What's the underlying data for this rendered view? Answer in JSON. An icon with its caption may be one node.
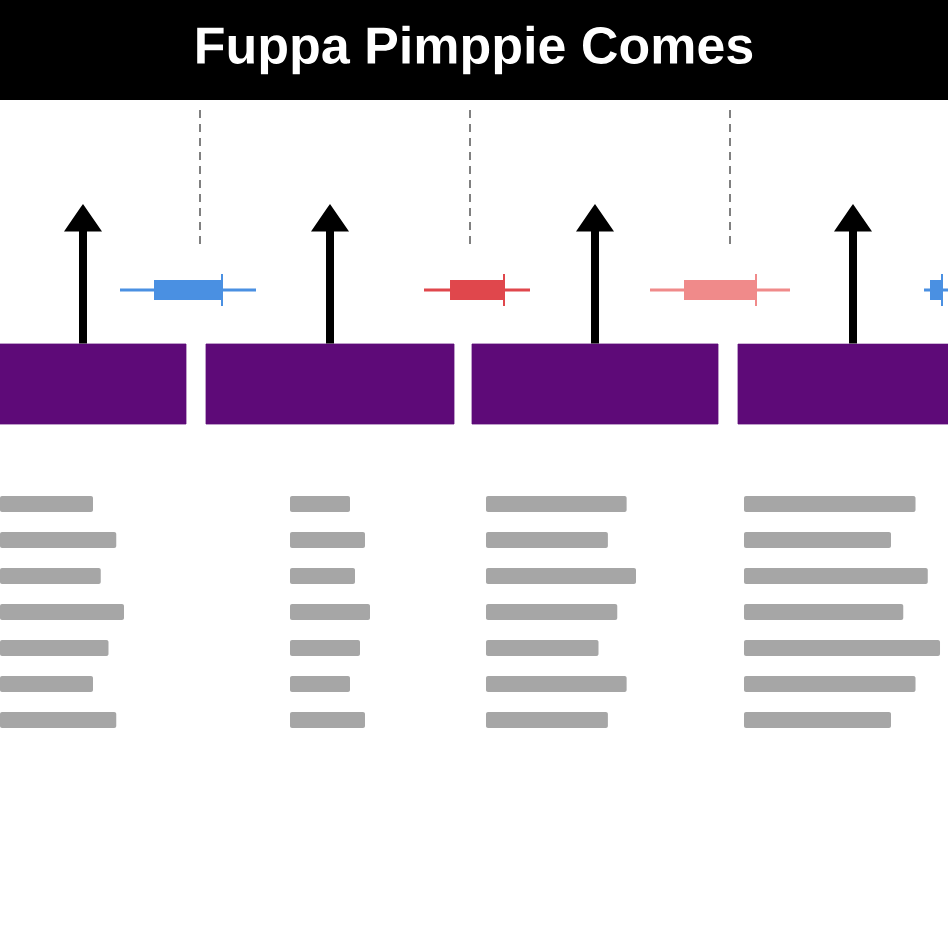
{
  "diagram": {
    "title": "Fuppa Pimppie Comes",
    "nodes": [
      {
        "text": [],
        "shape": "box"
      },
      {
        "text": [],
        "shape": "box"
      },
      {
        "text": [],
        "shape": "box"
      },
      {
        "text": [],
        "shape": "box"
      }
    ],
    "edges": [
      {
        "from": 0,
        "to": null,
        "arrow": "to"
      },
      {
        "from": 1,
        "to": null,
        "arrow": "to"
      },
      {
        "from": 2,
        "to": null,
        "arrow": "to"
      },
      {
        "from": 3,
        "to": null,
        "arrow": "to"
      }
    ]
  }
}
